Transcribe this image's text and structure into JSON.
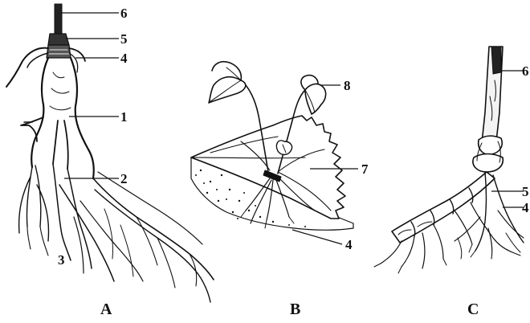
{
  "figure": {
    "panels": {
      "a": "A",
      "b": "B",
      "c": "C"
    },
    "labels": {
      "a1": "1",
      "a2": "2",
      "a3": "3",
      "a4": "4",
      "a5": "5",
      "a6": "6",
      "b4": "4",
      "b7": "7",
      "b8": "8",
      "c4": "4",
      "c5": "5",
      "c6": "6"
    }
  }
}
